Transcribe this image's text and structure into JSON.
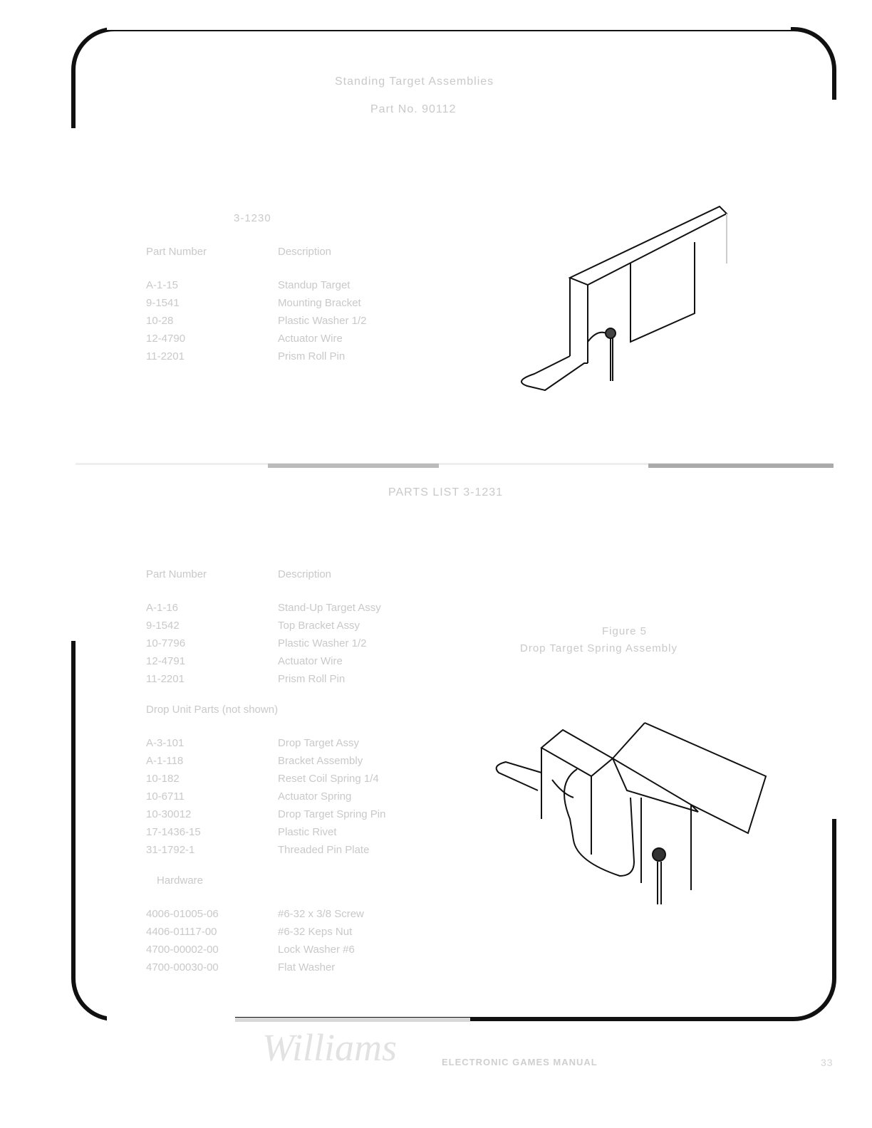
{
  "page": {
    "title": "Standing Target Assemblies",
    "subtitle": "Part No. 90112",
    "upper": {
      "assembly_number": "3-1230",
      "headers": {
        "part_number": "Part Number",
        "description": "Description"
      },
      "rows": [
        {
          "part": "A-1-15",
          "description": "Standup Target"
        },
        {
          "part": "9-1541",
          "description": "Mounting Bracket"
        },
        {
          "part": "10-28",
          "description": "Plastic Washer 1/2"
        },
        {
          "part": "12-4790",
          "description": "Actuator Wire"
        },
        {
          "part": "11-2201",
          "description": "Prism Roll Pin"
        }
      ]
    },
    "lower": {
      "title": "PARTS LIST 3-1231",
      "headers": {
        "part_number": "Part Number",
        "description": "Description"
      },
      "rows": [
        {
          "part": "A-1-16",
          "description": "Stand-Up Target Assy"
        },
        {
          "part": "9-1542",
          "description": "Top Bracket Assy"
        },
        {
          "part": "10-7796",
          "description": "Plastic Washer 1/2"
        },
        {
          "part": "12-4791",
          "description": "Actuator Wire"
        },
        {
          "part": "11-2201",
          "description": "Prism Roll Pin"
        }
      ],
      "drop_unit_heading": "Drop Unit Parts (not shown)",
      "drop_rows": [
        {
          "part": "A-3-101",
          "description": "Drop Target Assy"
        },
        {
          "part": "A-1-118",
          "description": "Bracket Assembly"
        },
        {
          "part": "10-182",
          "description": "Reset Coil Spring 1/4"
        },
        {
          "part": "10-6711",
          "description": "Actuator Spring"
        },
        {
          "part": "10-30012",
          "description": "Drop Target Spring Pin"
        },
        {
          "part": "17-1436-15",
          "description": "Plastic Rivet"
        },
        {
          "part": "31-1792-1",
          "description": "Threaded Pin Plate"
        }
      ],
      "hardware_heading": "Hardware",
      "hardware_rows": [
        {
          "part": "4006-01005-06",
          "description": "#6-32 x 3/8 Screw"
        },
        {
          "part": "4406-01117-00",
          "description": "#6-32 Keps Nut"
        },
        {
          "part": "4700-00002-00",
          "description": "Lock Washer #6"
        },
        {
          "part": "4700-00030-00",
          "description": "Flat Washer"
        }
      ]
    },
    "figure": {
      "label": "Figure 5",
      "caption": "Drop Target Spring Assembly"
    },
    "footer": {
      "logo": "Williams",
      "manual": "ELECTRONIC GAMES MANUAL",
      "page_number": "33"
    }
  }
}
